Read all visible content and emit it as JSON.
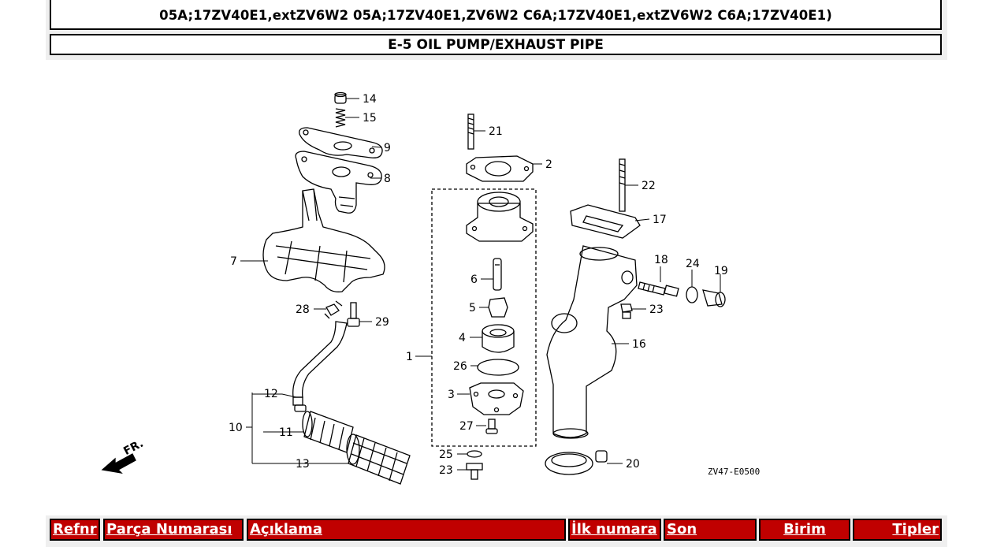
{
  "header": {
    "models_line": "05A;17ZV40E1,extZV6W2 05A;17ZV40E1,ZV6W2 C6A;17ZV40E1,extZV6W2 C6A;17ZV40E1)",
    "section_title": "E-5 OIL PUMP/EXHAUST PIPE"
  },
  "diagram": {
    "direction_label": "FR.",
    "drawing_code": "ZV47-E0500",
    "callouts": [
      "14",
      "15",
      "9",
      "8",
      "7",
      "28",
      "29",
      "12",
      "10",
      "11",
      "13",
      "21",
      "2",
      "1",
      "6",
      "5",
      "4",
      "26",
      "3",
      "27",
      "25",
      "23",
      "22",
      "17",
      "18",
      "24",
      "19",
      "23",
      "16",
      "20"
    ]
  },
  "table": {
    "headers": [
      "Refnr",
      "Parça Numarası",
      "Açıklama",
      "İlk numara",
      "Son",
      "Birim",
      "Tipler"
    ]
  },
  "colors": {
    "header_bg": "#c00000",
    "header_text": "#ffffff",
    "frame": "#efefef"
  }
}
